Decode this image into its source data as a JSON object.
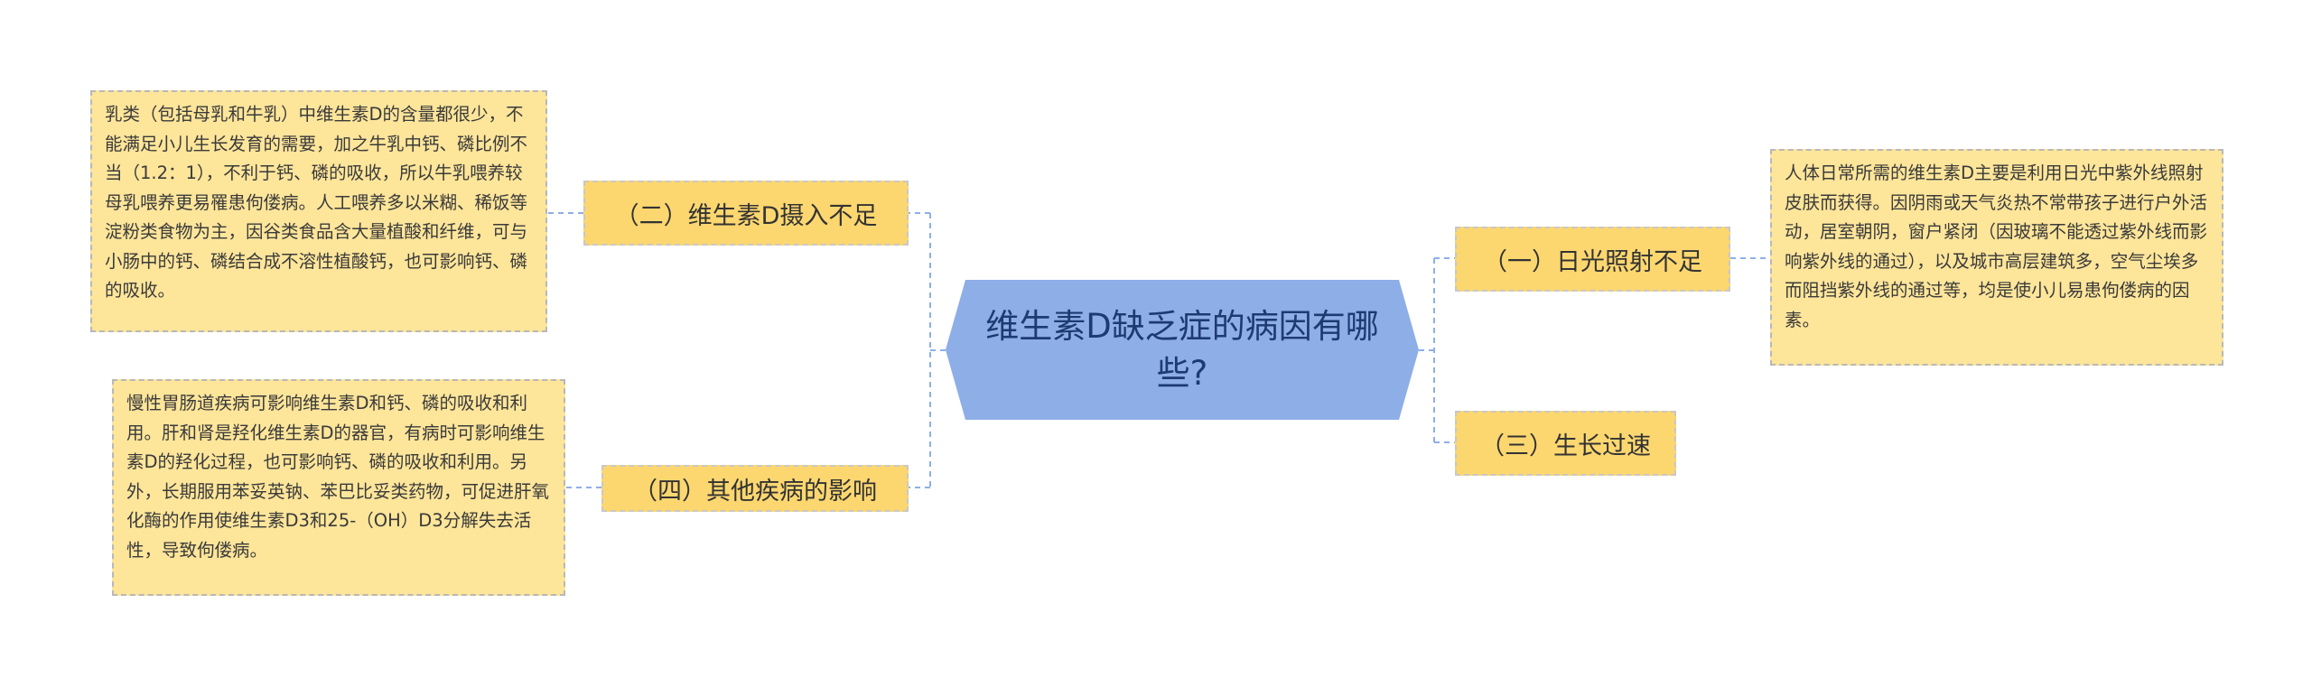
{
  "mindmap": {
    "center": "维生素D缺乏症的病因有哪些?",
    "branches": [
      {
        "label": "（二）维生素D摄入不足",
        "detail": "乳类（包括母乳和牛乳）中维生素D的含量都很少，不能满足小儿生长发育的需要，加之牛乳中钙、磷比例不当（1.2：1），不利于钙、磷的吸收，所以牛乳喂养较母乳喂养更易罹患佝偻病。人工喂养多以米糊、稀饭等淀粉类食物为主，因谷类食品含大量植酸和纤维，可与小肠中的钙、磷结合成不溶性植酸钙，也可影响钙、磷的吸收。"
      },
      {
        "label": "（四）其他疾病的影响",
        "detail": "慢性胃肠道疾病可影响维生素D和钙、磷的吸收和利用。肝和肾是羟化维生素D的器官，有病时可影响维生素D的羟化过程，也可影响钙、磷的吸收和利用。另外，长期服用苯妥英钠、苯巴比妥类药物，可促进肝氧化酶的作用使维生素D3和25-（OH）D3分解失去活性，导致佝偻病。"
      },
      {
        "label": "（一）日光照射不足",
        "detail": "人体日常所需的维生素D主要是利用日光中紫外线照射皮肤而获得。因阴雨或天气炎热不常带孩子进行户外活动，居室朝阴，窗户紧闭（因玻璃不能透过紫外线而影响紫外线的通过），以及城市高层建筑多，空气尘埃多而阻挡紫外线的通过等，均是使小儿易患佝偻病的因素。"
      },
      {
        "label": "（三）生长过速"
      }
    ],
    "colors": {
      "center_fill": "#8eaee8",
      "branch_fill": "#fcd770",
      "leaf_fill": "#fde59a",
      "connector": "#8eaee8"
    }
  }
}
